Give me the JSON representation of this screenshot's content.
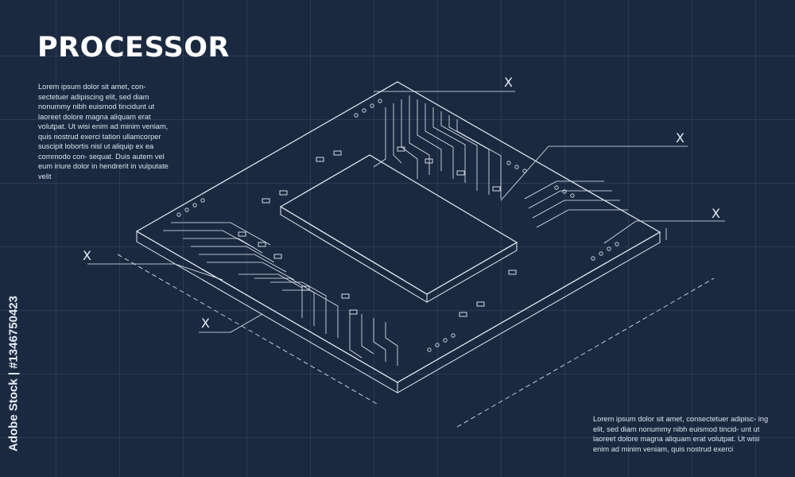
{
  "title": "PROCESSOR",
  "paragraph_top": "Lorem ipsum dolor sit amet, con- sectetuer adipiscing elit, sed diam nonummy nibh euismod tincidunt ut laoreet dolore magna aliquam erat volutpat. Ut wisi enim ad minim veniam, quis nostrud exerci tation ullamcorper suscipit lobortis nisl ut aliquip ex ea commodo con- sequat. Duis autem vel eum iriure dolor in hendrerit in vulputate velit",
  "paragraph_bottom": "Lorem ipsum dolor sit amet, consectetuer adipisc- ing elit, sed diam nonummy nibh euismod tincid- unt ut laoreet dolore magna aliquam erat volutpat. Ut wisi enim ad minim veniam, quis nostrud exerci",
  "callout_mark": "X",
  "watermark": "Adobe Stock",
  "stock_id": "Adobe Stock | #1346750423",
  "colors": {
    "background": "#1b2940",
    "lines": "#e6ecf4",
    "grid": "#4a6080"
  }
}
